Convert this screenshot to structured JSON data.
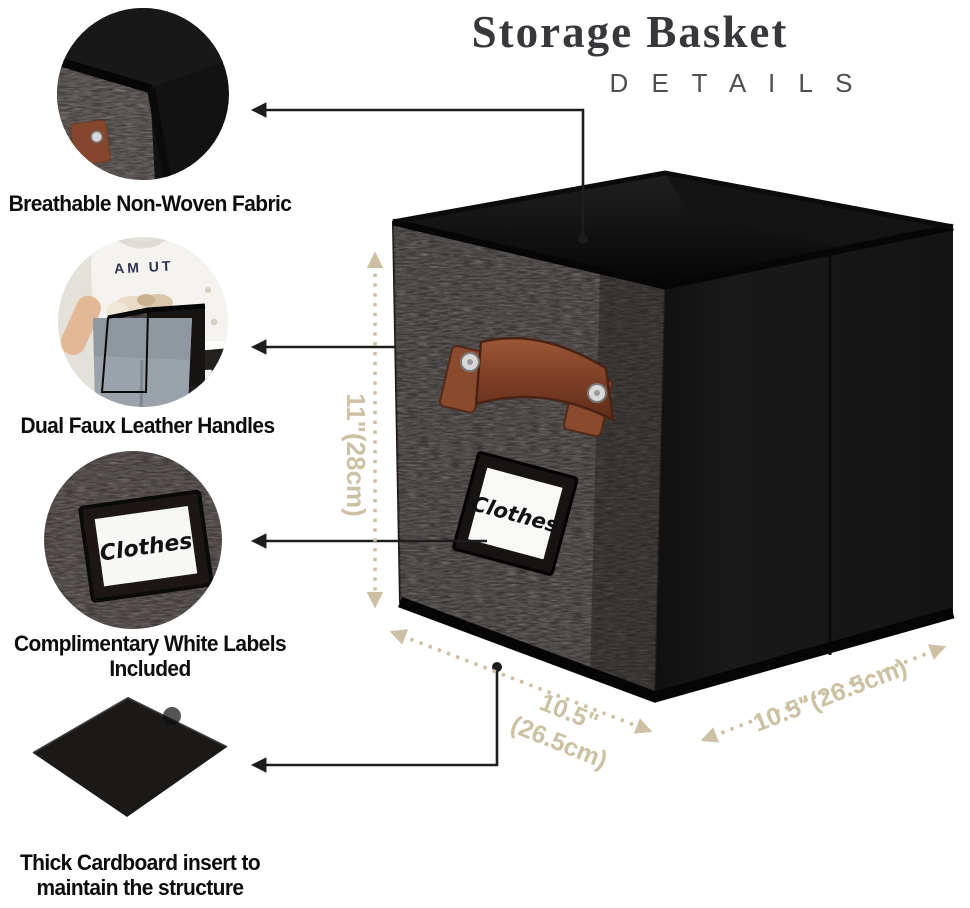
{
  "header": {
    "title": "Storage Basket",
    "subtitle": "D E T A I L S"
  },
  "callouts": [
    {
      "caption": "Breathable Non-Woven Fabric",
      "image": "basket-corner-closeup"
    },
    {
      "caption": "Dual Faux Leather Handles",
      "image": "person-carrying-basket",
      "photo_text": "AM UT"
    },
    {
      "caption_line1": "Complimentary White Labels",
      "caption_line2": "Included",
      "image": "label-closeup",
      "label_text": "Clothes"
    },
    {
      "caption_line1": "Thick Cardboard insert to",
      "caption_line2": "maintain the structure",
      "image": "cardboard-insert"
    }
  ],
  "product": {
    "label_text": "Clothes"
  },
  "dimensions": {
    "height": "11\"(28cm)",
    "width_line1": "10.5\"",
    "width_line2": "(26.5cm)",
    "depth": "10.5\"(26.5cm)"
  },
  "colors": {
    "accent_tan": "#ccc1a3",
    "arrow_black": "#1d1d1d",
    "handle_brown": "#8a4a2e",
    "fabric_dark": "#3b3736",
    "side_black": "#161616",
    "title_gray": "#38383c"
  }
}
